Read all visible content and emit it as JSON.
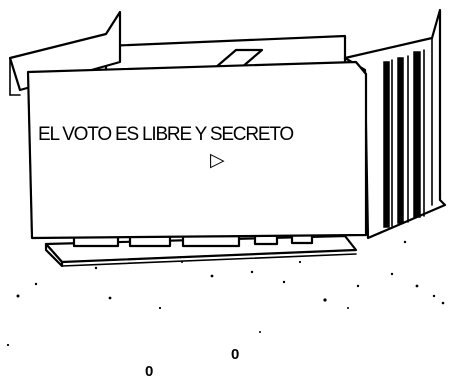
{
  "drawing": {
    "subject": "voting-booth-line-drawing",
    "panel_text": "EL VOTO ES LIBRE Y SECRETO",
    "arrow_glyph": "▷",
    "stray_marks": [
      "0",
      "0"
    ],
    "ink_color": "#000000",
    "paper_color": "#ffffff"
  }
}
